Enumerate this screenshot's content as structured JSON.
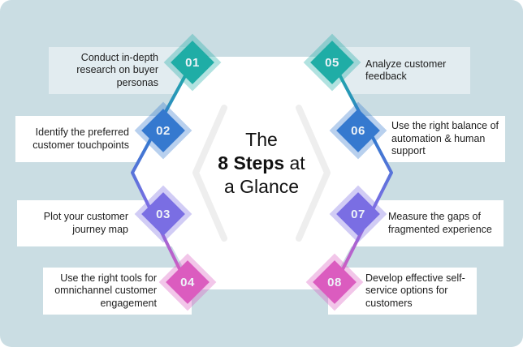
{
  "title": {
    "line1": "The",
    "bold": "8 Steps",
    "line2_rest": " at",
    "line3": "a Glance"
  },
  "colors": {
    "background": "#cadde3",
    "hexagon": "#ffffff",
    "card_tint": "#e2ecf0",
    "teal": "#1fada6",
    "blue": "#3579cf",
    "violet": "#7a6ee3",
    "magenta": "#db5cbf"
  },
  "steps": [
    {
      "number": "01",
      "text": "Conduct in-depth research on buyer personas",
      "color": "#1fada6"
    },
    {
      "number": "02",
      "text": "Identify the preferred customer touchpoints",
      "color": "#3579cf"
    },
    {
      "number": "03",
      "text": "Plot your customer journey map",
      "color": "#7a6ee3"
    },
    {
      "number": "04",
      "text": "Use the right tools for omnichannel customer engagement",
      "color": "#db5cbf"
    },
    {
      "number": "05",
      "text": "Analyze customer feedback",
      "color": "#1fada6"
    },
    {
      "number": "06",
      "text": "Use the right balance of automation & human support",
      "color": "#3579cf"
    },
    {
      "number": "07",
      "text": "Measure the gaps of fragmented experience",
      "color": "#7a6ee3"
    },
    {
      "number": "08",
      "text": "Develop effective self-service options for customers",
      "color": "#db5cbf"
    }
  ]
}
